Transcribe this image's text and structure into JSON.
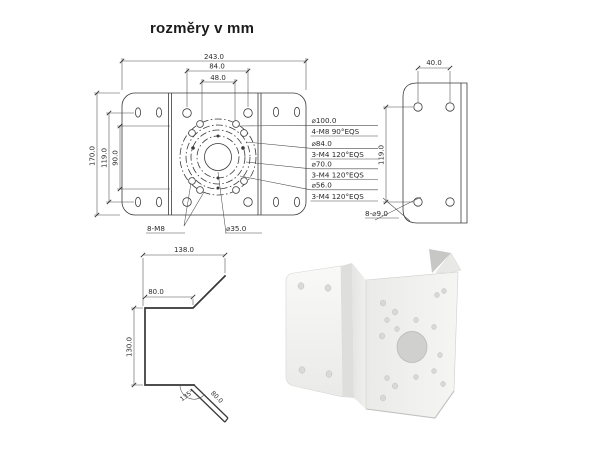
{
  "title": "rozměry v mm",
  "colors": {
    "line": "#3b3b3b",
    "background": "#ffffff",
    "bracket_body": "#efefed",
    "bracket_shadow": "#c7c7c5"
  },
  "plan_view": {
    "dim_overall_width": "243.0",
    "dim_hole_span": "84.0",
    "dim_top_span": "48.0",
    "dim_overall_height": "170.0",
    "dim_hole_height": "119.0",
    "dim_inner_height": "90.0",
    "callouts": [
      {
        "dia": "⌀100.0",
        "pattern": "4-M8 90°EQS"
      },
      {
        "dia": "⌀84.0",
        "pattern": "3-M4 120°EQS"
      },
      {
        "dia": "⌀70.0",
        "pattern": "3-M4 120°EQS"
      },
      {
        "dia": "⌀56.0",
        "pattern": "3-M4 120°EQS"
      }
    ],
    "label_corner_holes": "8-M8",
    "label_center_hole": "⌀35.0"
  },
  "side_view": {
    "dim_hole_spacing": "40.0",
    "dim_hole_height": "119.0",
    "label_holes": "8-⌀9.0"
  },
  "profile_view": {
    "dim_depth": "138.0",
    "dim_wing_top": "80.0",
    "dim_face_height": "130.0",
    "angle": "135°",
    "dim_wing_bottom": "80.0"
  }
}
